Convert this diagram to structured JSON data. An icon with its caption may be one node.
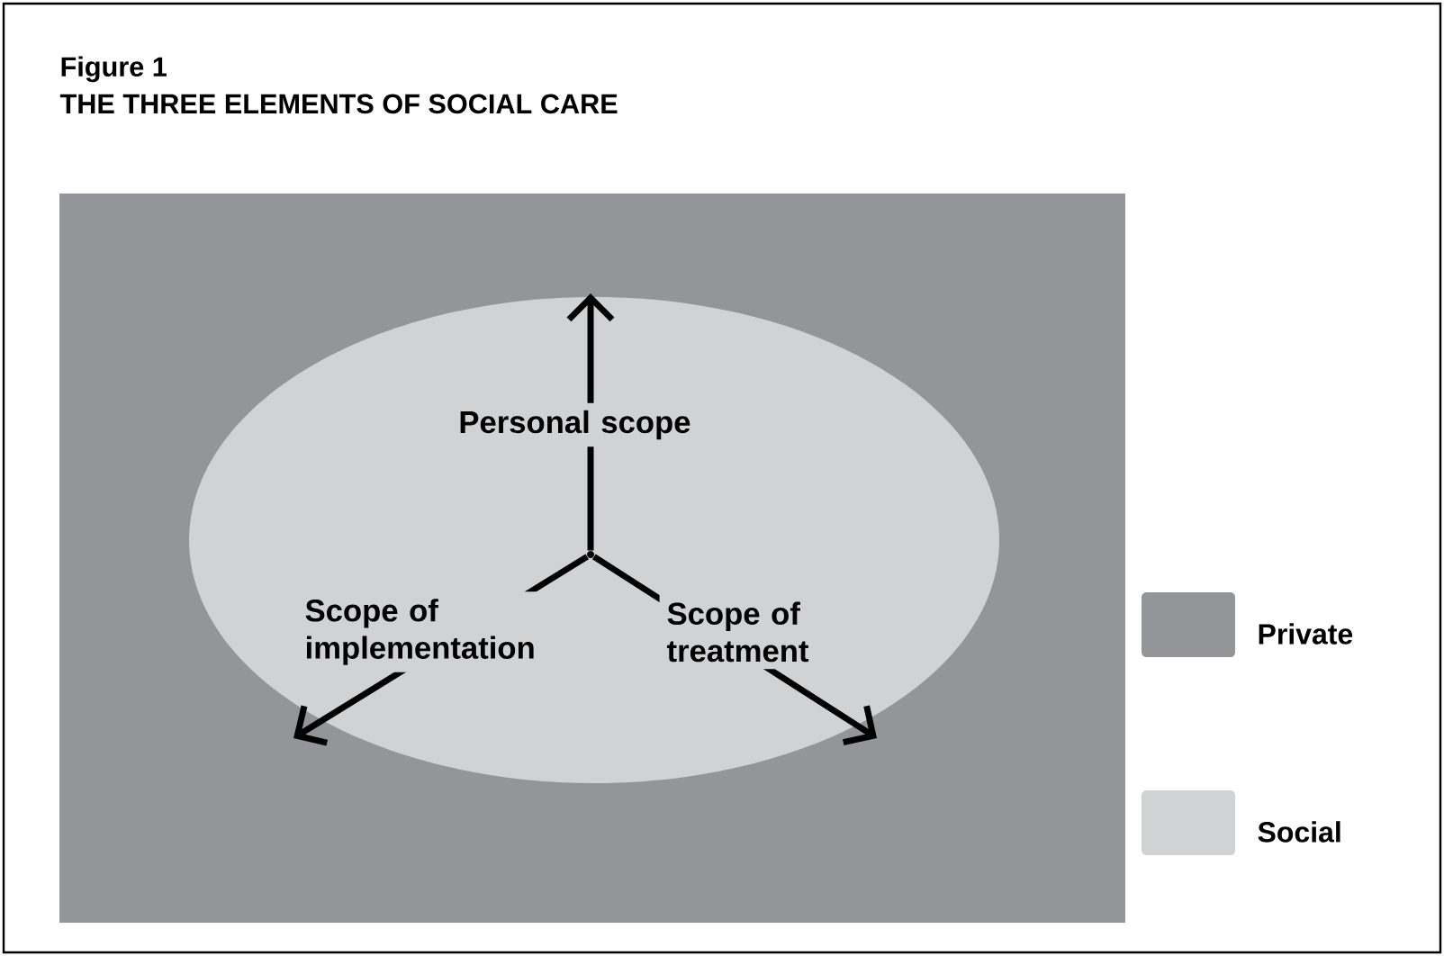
{
  "diagram": {
    "title": "THE THREE ELEMENTS OF SOCIAL CARE",
    "nodes": [
      {
        "text": [],
        "shape": "box"
      },
      {
        "text": [],
        "shape": "ellipse",
        "in": 0
      },
      {
        "text": [],
        "shape": "point",
        "in": 1
      }
    ],
    "edges": [
      {
        "from": 2,
        "to": null,
        "arrow": "to",
        "label": "Personal scope"
      },
      {
        "from": 2,
        "to": null,
        "arrow": "to",
        "label": "Scope of implementation"
      },
      {
        "from": 2,
        "to": null,
        "arrow": "to",
        "label": "Scope of treatment"
      }
    ],
    "labels": [
      "Figure 1"
    ],
    "legend": [
      {
        "text": "Private",
        "color": "#939598"
      },
      {
        "text": "Social",
        "color": "#d1d2d4"
      }
    ]
  }
}
